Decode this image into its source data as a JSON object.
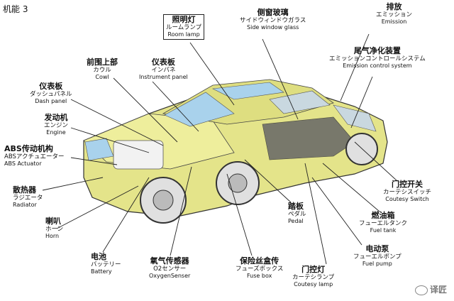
{
  "title": "机能 3",
  "watermark": "译匠",
  "labels": {
    "room_lamp": {
      "zh": "照明灯",
      "ja": "ルームランプ",
      "en": "Room lamp"
    },
    "side_window": {
      "zh": "侧窗玻璃",
      "ja": "サイドウィンドウガラス",
      "en": "Side window glass"
    },
    "emission": {
      "zh": "排放",
      "ja": "エミッション",
      "en": "Emission"
    },
    "emission_control": {
      "zh": "尾气净化装置",
      "ja": "エミッションコントロールシステム",
      "en": "Emission control system"
    },
    "cowl": {
      "zh": "前围上部",
      "ja": "カウル",
      "en": "Cowl"
    },
    "instrument_panel": {
      "zh": "仪表板",
      "ja": "インパネ",
      "en": "Instrument panel"
    },
    "dash_panel": {
      "zh": "仪表板",
      "ja": "ダッシュパネル",
      "en": "Dash panel"
    },
    "engine": {
      "zh": "发动机",
      "ja": "エンジン",
      "en": "Engine"
    },
    "abs_actuator": {
      "zh": "ABS传动机构",
      "ja": "ABSアクチュエーター",
      "en": "ABS Actuator"
    },
    "radiator": {
      "zh": "散热器",
      "ja": "ラジエータ",
      "en": "Radiator"
    },
    "horn": {
      "zh": "喇叭",
      "ja": "ホーン",
      "en": "Horn"
    },
    "battery": {
      "zh": "电池",
      "ja": "バッテリー",
      "en": "Battery"
    },
    "o2_sensor": {
      "zh": "氧气传感器",
      "ja": "O2センサー",
      "en": "OxygenSenser"
    },
    "fuse_box": {
      "zh": "保险丝盒传",
      "ja": "フューズボックス",
      "en": "Fuse box"
    },
    "pedal": {
      "zh": "踏板",
      "ja": "ペダル",
      "en": "Pedal"
    },
    "courtesy_lamp": {
      "zh": "门控灯",
      "ja": "カーテシランプ",
      "en": "Coutesy lamp"
    },
    "courtesy_switch": {
      "zh": "门控开关",
      "ja": "カーテシスイッチ",
      "en": "Coutesy Switch"
    },
    "fuel_tank": {
      "zh": "燃油箱",
      "ja": "フューエルタンク",
      "en": "Fuel tank"
    },
    "fuel_pump": {
      "zh": "电动泵",
      "ja": "フューエルポンプ",
      "en": "Fuel pump"
    }
  },
  "colors": {
    "body": "#e4e48a",
    "glass": "#a9d2ec",
    "line": "#222222"
  }
}
